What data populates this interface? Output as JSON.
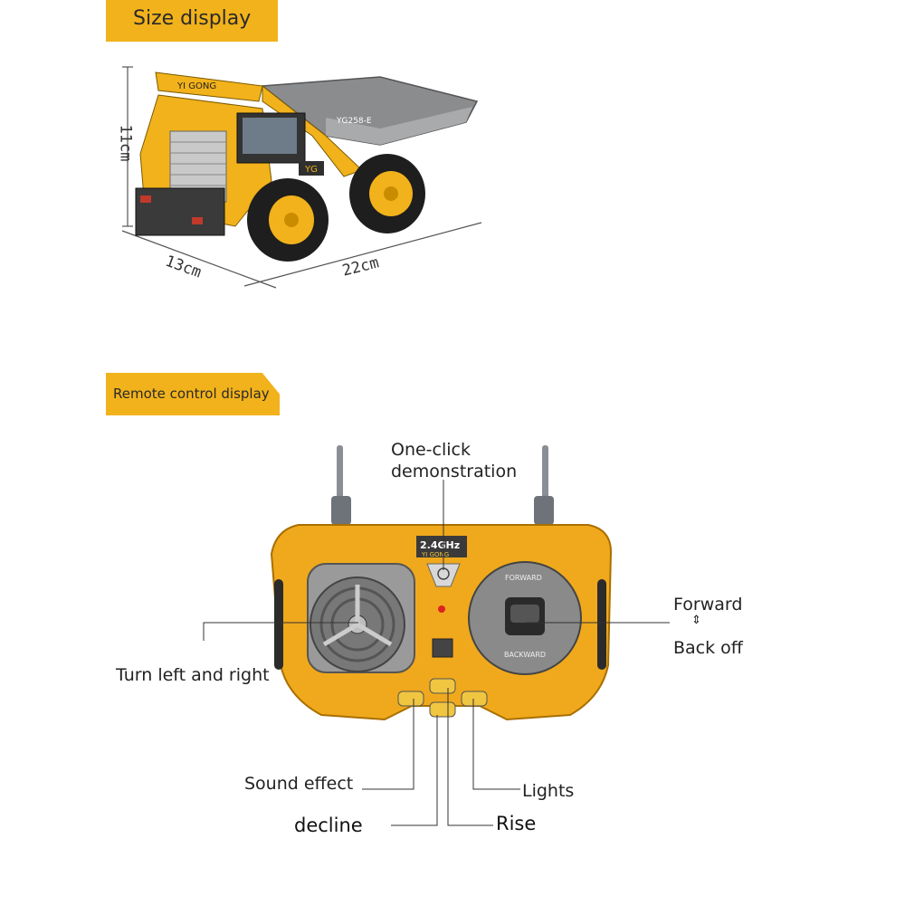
{
  "sections": {
    "size_title": "Size display",
    "remote_title": "Remote control display"
  },
  "truck": {
    "brand": "YI GONG",
    "model": "YG258-E",
    "badge": "YG"
  },
  "dimensions": {
    "height": "11cm",
    "width": "13cm",
    "length": "22cm"
  },
  "remote": {
    "freq": "2.4GHz",
    "brand": "YI GONG",
    "forward_text": "FORWARD",
    "backward_text": "BACKWARD"
  },
  "callouts": {
    "demo": "One-click\ndemonstration",
    "forward": "Forward",
    "back": "Back off",
    "turn": "Turn left and right",
    "sound": "Sound effect",
    "lights": "Lights",
    "decline": "decline",
    "rise": "Rise"
  },
  "colors": {
    "accent": "#f2b21b",
    "remote_body": "#f0a91c",
    "dial": "#8a8a8a"
  }
}
